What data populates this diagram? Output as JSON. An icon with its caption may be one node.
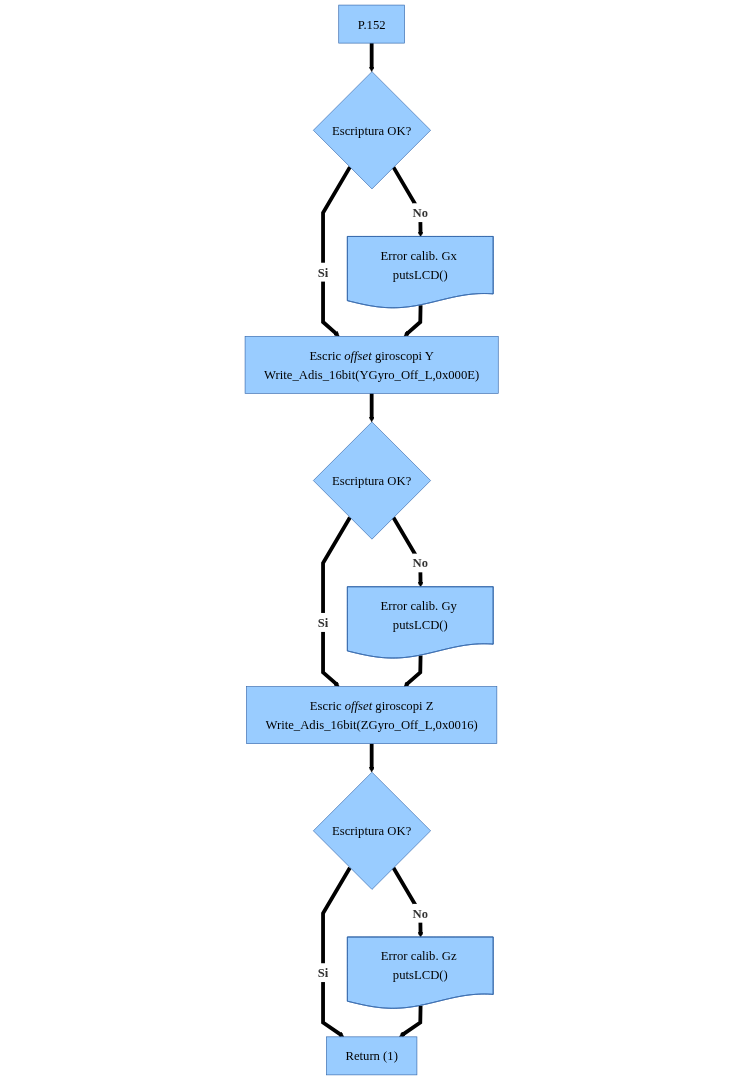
{
  "diagram": {
    "nodes": [
      {
        "text": [
          "P.152"
        ]
      },
      {
        "text": [
          "Escriptura OK?"
        ]
      },
      {
        "text": [
          "Error calib. Gx putsLCD()"
        ]
      },
      {
        "text": [
          "Escric *offset* giroscopi Y",
          "Write_Adis_16bit(YGyro_Off_L,0x000E)"
        ]
      },
      {
        "text": [
          "Escriptura OK?"
        ]
      },
      {
        "text": [
          "Error calib. Gy putsLCD()"
        ]
      },
      {
        "text": [
          "Escric *offset* giroscopi Z",
          "Write_Adis_16bit(ZGyro_Off_L,0x0016)"
        ]
      },
      {
        "text": [
          "Escriptura OK?"
        ]
      },
      {
        "text": [
          "Error calib. Gz putsLCD()"
        ]
      },
      {
        "text": [
          "Return (1)"
        ]
      }
    ],
    "edges": [
      {
        "from": 0,
        "to": 1,
        "arrow": "to"
      },
      {
        "from": 1,
        "to": 2,
        "arrow": "to",
        "label": "No"
      },
      {
        "from": 1,
        "to": 3,
        "arrow": "to",
        "label": "Si"
      },
      {
        "from": 2,
        "to": 3,
        "arrow": "to"
      },
      {
        "from": 3,
        "to": 4,
        "arrow": "to"
      },
      {
        "from": 4,
        "to": 5,
        "arrow": "to",
        "label": "No"
      },
      {
        "from": 4,
        "to": 6,
        "arrow": "to",
        "label": "Si"
      },
      {
        "from": 5,
        "to": 6,
        "arrow": "to"
      },
      {
        "from": 6,
        "to": 7,
        "arrow": "to"
      },
      {
        "from": 7,
        "to": 8,
        "arrow": "to",
        "label": "No"
      },
      {
        "from": 7,
        "to": 9,
        "arrow": "to",
        "label": "Si"
      },
      {
        "from": 8,
        "to": 9,
        "arrow": "to"
      }
    ]
  }
}
